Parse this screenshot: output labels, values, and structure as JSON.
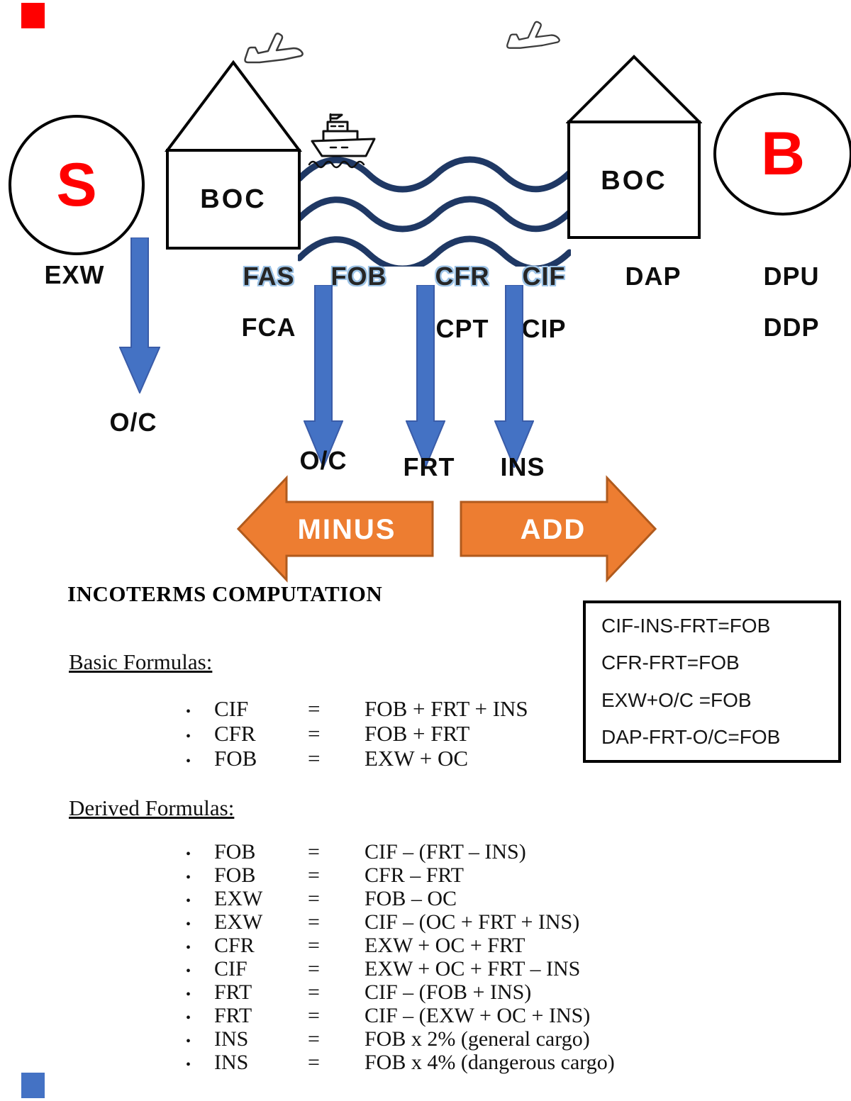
{
  "marks": {
    "top_left_color": "#ff0000",
    "bottom_left_color": "#4472c4"
  },
  "diagram": {
    "seller": "S",
    "buyer": "B",
    "customs_left": "BOC",
    "customs_right": "BOC",
    "terms": {
      "exw": "EXW",
      "fas": "FAS",
      "fob": "FOB",
      "cfr": "CFR",
      "cif": "CIF",
      "dap": "DAP",
      "dpu": "DPU",
      "fca": "FCA",
      "cpt": "CPT",
      "cip": "CIP",
      "ddp": "DDP"
    },
    "costs": {
      "oc_seller": "O/C",
      "oc_origin": "O/C",
      "freight": "FRT",
      "insurance": "INS"
    },
    "direction": {
      "minus": "MINUS",
      "add": "ADD"
    },
    "colors": {
      "arrow_blue": "#4472c4",
      "arrow_orange": "#ed7d31",
      "wave_navy": "#1f3864",
      "accent_red": "#ff0000",
      "term_outline_blue": "#9dc3e6"
    }
  },
  "computation": {
    "title": "INCOTERMS COMPUTATION",
    "bullet": "•",
    "basic_heading": "Basic Formulas:",
    "basic": [
      {
        "term": "CIF",
        "eq": "=",
        "expr": "FOB + FRT + INS"
      },
      {
        "term": "CFR",
        "eq": "=",
        "expr": "FOB + FRT"
      },
      {
        "term": "FOB",
        "eq": "=",
        "expr": "EXW + OC"
      }
    ],
    "box": [
      "CIF-INS-FRT=FOB",
      "CFR-FRT=FOB",
      "EXW+O/C =FOB",
      "DAP-FRT-O/C=FOB"
    ],
    "derived_heading": "Derived Formulas:",
    "derived": [
      {
        "term": "FOB",
        "eq": "=",
        "expr": "CIF – (FRT – INS)"
      },
      {
        "term": "FOB",
        "eq": "=",
        "expr": "CFR – FRT"
      },
      {
        "term": "EXW",
        "eq": "=",
        "expr": "FOB – OC"
      },
      {
        "term": "EXW",
        "eq": "=",
        "expr": "CIF – (OC + FRT + INS)"
      },
      {
        "term": "CFR",
        "eq": "=",
        "expr": "EXW + OC + FRT"
      },
      {
        "term": "CIF",
        "eq": "=",
        "expr": "EXW + OC + FRT – INS"
      },
      {
        "term": "FRT",
        "eq": "=",
        "expr": "CIF – (FOB + INS)"
      },
      {
        "term": "FRT",
        "eq": "=",
        "expr": "CIF – (EXW + OC + INS)"
      },
      {
        "term": "INS",
        "eq": "=",
        "expr": "FOB x 2% (general cargo)"
      },
      {
        "term": "INS",
        "eq": "=",
        "expr": "FOB x 4% (dangerous cargo)"
      }
    ]
  }
}
